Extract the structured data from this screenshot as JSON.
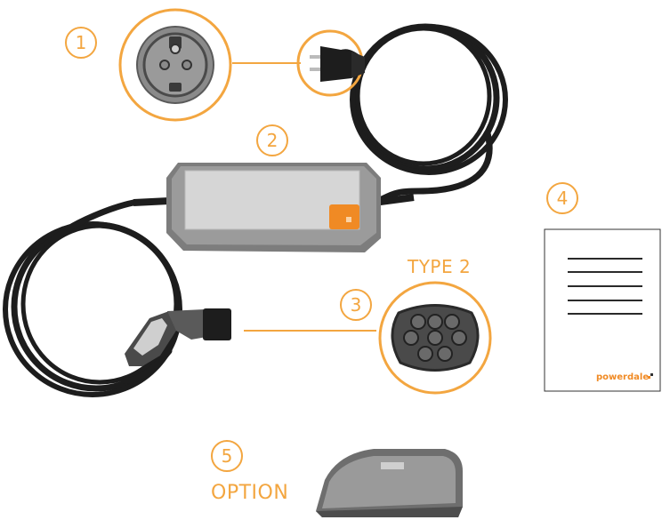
{
  "callouts": [
    {
      "number": "1"
    },
    {
      "number": "2"
    },
    {
      "number": "3"
    },
    {
      "number": "4"
    },
    {
      "number": "5"
    }
  ],
  "labels": {
    "type2": "TYPE 2",
    "option": "OPTION"
  },
  "manual": {
    "brand": "powerdale"
  },
  "colors": {
    "accent": "#f3a640",
    "cable": "#1d1d1d",
    "box_grey": "#8a8a8a",
    "orange_button": "#f08a24"
  },
  "icons": [
    "schuko-plug-icon",
    "control-box-icon",
    "type2-connector-icon",
    "manual-icon",
    "wall-holder-icon"
  ]
}
